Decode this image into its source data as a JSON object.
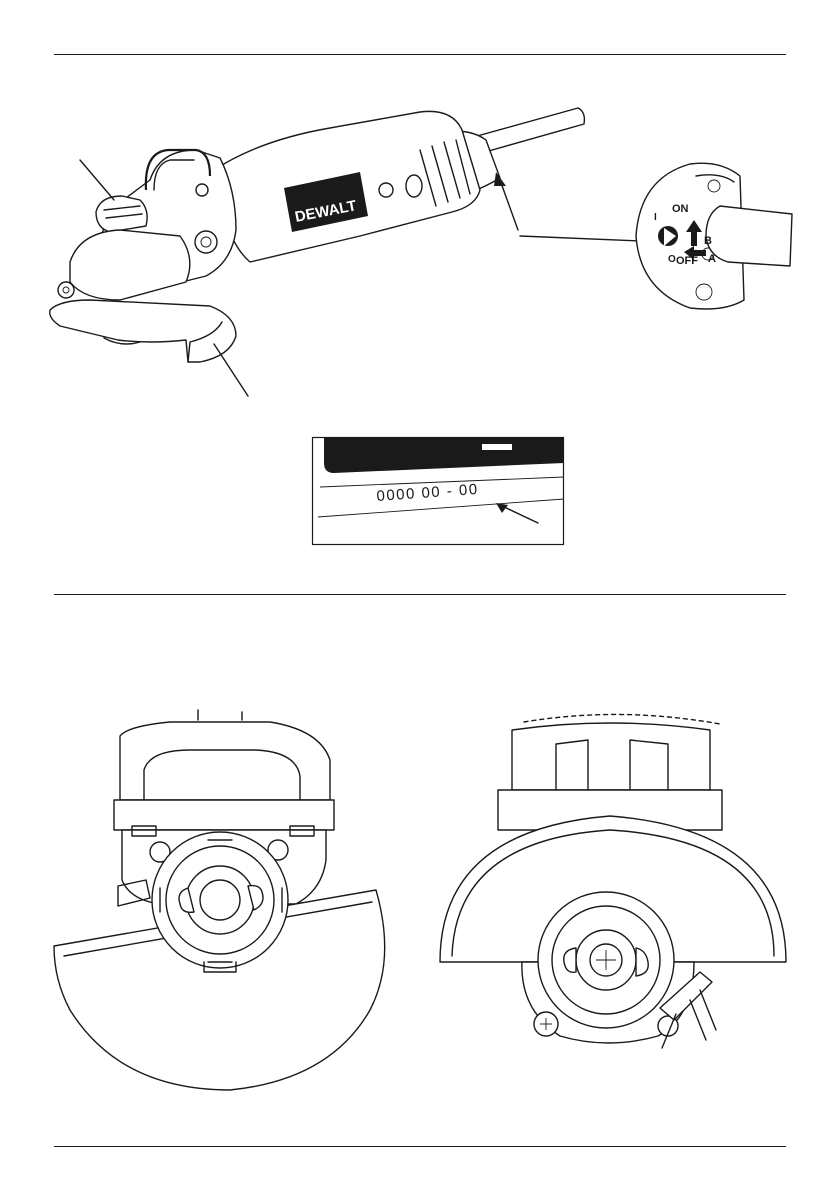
{
  "figure1": {
    "brand_logo": "DEWALT",
    "switch_on_label": "ON",
    "switch_off_label": "OFF",
    "switch_i_label": "I",
    "switch_o_label": "O",
    "arrow_a_label": "A",
    "arrow_b_label": "B"
  },
  "date_code": {
    "value": "0000  00  -  00"
  }
}
